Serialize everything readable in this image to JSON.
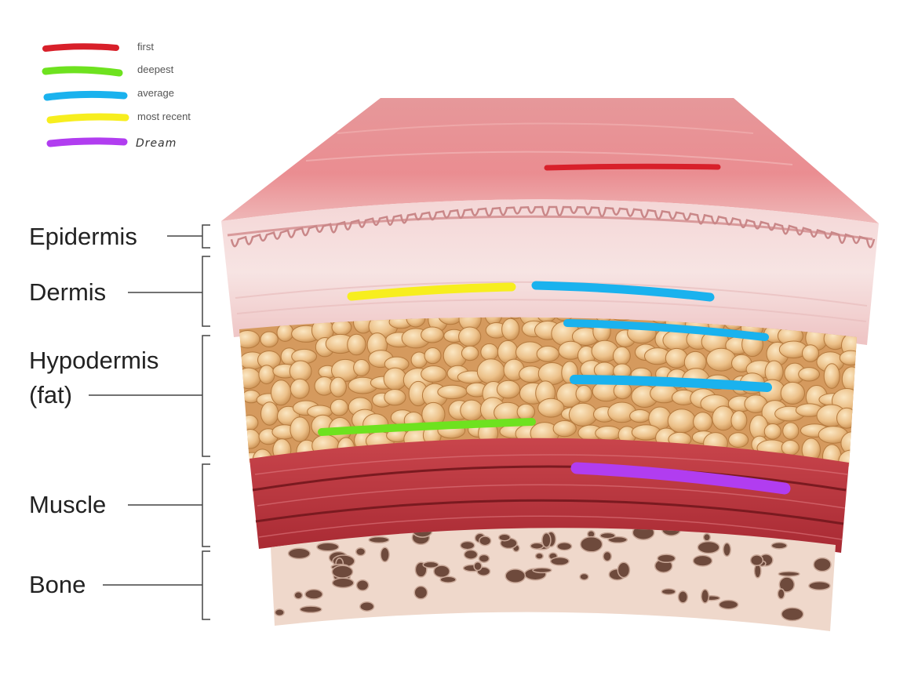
{
  "legend": [
    {
      "color": "#d8202a",
      "label": "first"
    },
    {
      "color": "#6ee21f",
      "label": "deepest"
    },
    {
      "color": "#1ab2ee",
      "label": "average"
    },
    {
      "color": "#f7ee1e",
      "label": "most recent"
    },
    {
      "color": "#b13df0",
      "label": "Dream"
    }
  ],
  "layers": [
    {
      "label": "Epidermis"
    },
    {
      "label": "Dermis"
    },
    {
      "label": "Hypodermis"
    },
    {
      "label": "(fat)"
    },
    {
      "label": "Muscle"
    },
    {
      "label": "Bone"
    }
  ],
  "colors": {
    "first": "#d8202a",
    "deepest": "#6ee21f",
    "average": "#1ab2ee",
    "most_recent": "#f7ee1e",
    "dream": "#b13df0",
    "skin_top": "#e88f92",
    "dermis": "#f2cfcf",
    "fat": "#e8b877",
    "muscle": "#b8343b",
    "bone": "#efd8cb"
  }
}
